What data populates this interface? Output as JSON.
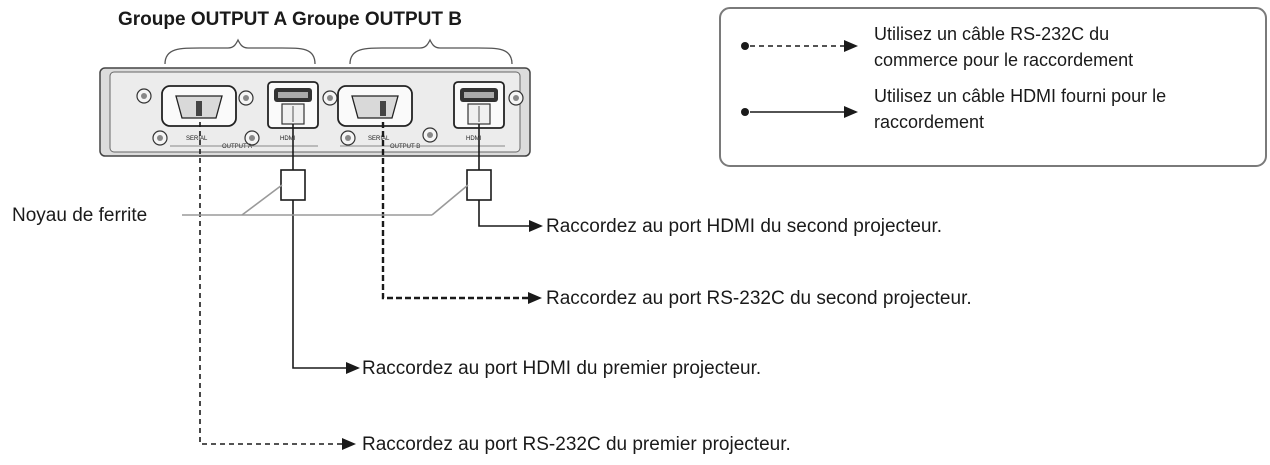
{
  "groups": {
    "title_a": "Groupe OUTPUT A",
    "title_b": "Groupe OUTPUT B"
  },
  "device": {
    "serial_label_a": "SERIAL",
    "hdmi_label_a": "HDMI",
    "serial_label_b": "SERIAL",
    "hdmi_label_b": "HDMI",
    "group_label_a": "OUTPUT A",
    "group_label_b": "OUTPUT B"
  },
  "legend": {
    "dashed_line1": "Utilisez un câble RS-232C du",
    "dashed_line2": "commerce pour le raccordement",
    "solid_line1": "Utilisez un câble HDMI fourni pour le",
    "solid_line2": "raccordement"
  },
  "labels": {
    "ferrite": "Noyau de ferrite",
    "hdmi_second": "Raccordez au port HDMI du second projecteur.",
    "rs232_second": "Raccordez au port RS-232C du second projecteur.",
    "hdmi_first": "Raccordez au port HDMI du premier projecteur.",
    "rs232_first": "Raccordez au port RS-232C du premier projecteur."
  },
  "colors": {
    "line": "#1a1a1a",
    "ferrite_leader": "#9a9a9a",
    "device_fill": "#ececec",
    "legend_border": "#7a7a7a"
  }
}
